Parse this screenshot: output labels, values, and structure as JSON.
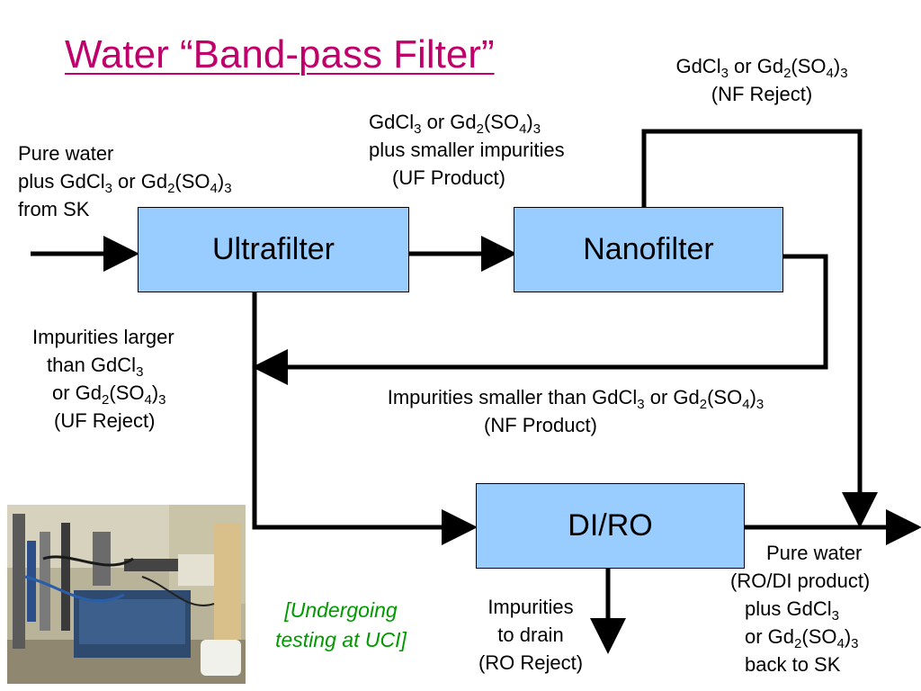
{
  "title": "Water “Band-pass Filter”",
  "boxes": {
    "ultrafilter": "Ultrafilter",
    "nanofilter": "Nanofilter",
    "diro": "DI/RO"
  },
  "input": {
    "line1": "Pure water",
    "line2_a": "plus GdCl",
    "line2_b": " or Gd",
    "line2_c": "(SO",
    "line2_d": ")",
    "line3": "from SK"
  },
  "uf_product": {
    "line1_a": "GdCl",
    "line1_b": " or Gd",
    "line1_c": "(SO",
    "line1_d": ")",
    "line2": "plus smaller impurities",
    "line3": "(UF Product)"
  },
  "nf_reject": {
    "line1_a": "GdCl",
    "line1_b": " or Gd",
    "line1_c": "(SO",
    "line1_d": ")",
    "line2": "(NF Reject)"
  },
  "uf_reject": {
    "line1": "Impurities larger",
    "line2_a": "than GdCl",
    "line3_a": "or Gd",
    "line3_b": "(SO",
    "line3_c": ")",
    "line4": "(UF Reject)"
  },
  "nf_product": {
    "line1_a": "Impurities smaller than GdCl",
    "line1_b": " or Gd",
    "line1_c": "(SO",
    "line1_d": ")",
    "line2": "(NF Product)"
  },
  "ro_reject": {
    "line1": "Impurities",
    "line2": "to drain",
    "line3": "(RO Reject)"
  },
  "output": {
    "line1": "Pure water",
    "line2": "(RO/DI product)",
    "line3_a": "plus GdCl",
    "line4_a": "or Gd",
    "line4_b": "(SO",
    "line4_c": ")",
    "line5": "back to SK"
  },
  "subscripts": {
    "three": "3",
    "two": "2",
    "four": "4"
  },
  "note": {
    "line1": "[Undergoing",
    "line2": "testing at UCI]"
  },
  "colors": {
    "title": "#c0006a",
    "box": "#99ccff",
    "note": "#009900"
  }
}
